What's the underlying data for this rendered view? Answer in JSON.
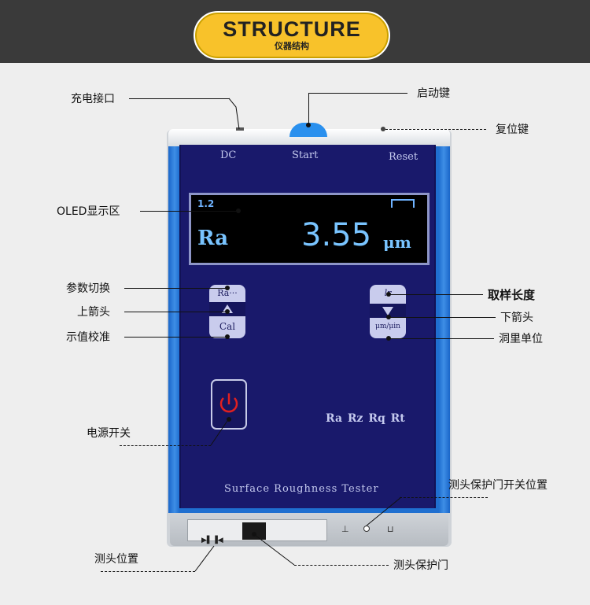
{
  "banner": {
    "title": "STRUCTURE",
    "subtitle": "仪器结构"
  },
  "device": {
    "silk": {
      "dc": "DC",
      "start": "Start",
      "reset": "Reset",
      "modes": "Ra Rz Rq Rt",
      "name": "Surface Roughness Tester"
    },
    "display": {
      "small": "1.2",
      "param": "Ra",
      "value": "3.55",
      "unit": "μm"
    },
    "left_keys": {
      "top": "Ra···",
      "bottom": "Cal"
    },
    "right_keys": {
      "top": "lr",
      "bottom": "μm/μin"
    }
  },
  "labels": {
    "charge_port": "充电接口",
    "start_key": "启动键",
    "reset_key": "复位键",
    "oled": "OLED显示区",
    "param_switch": "参数切换",
    "up_arrow": "上箭头",
    "calibration": "示值校准",
    "sample_length": "取样长度",
    "down_arrow": "下箭头",
    "unit": "洞里单位",
    "power": "电源开关",
    "probe_door_switch": "测头保护门开关位置",
    "probe_position": "测头位置",
    "probe_door": "测头保护门"
  },
  "colors": {
    "banner": "#f8c22a",
    "panel": "#19196b",
    "frame": "#1f6fd0",
    "oled_text": "#79c4ff",
    "power_icon": "#e02020"
  }
}
